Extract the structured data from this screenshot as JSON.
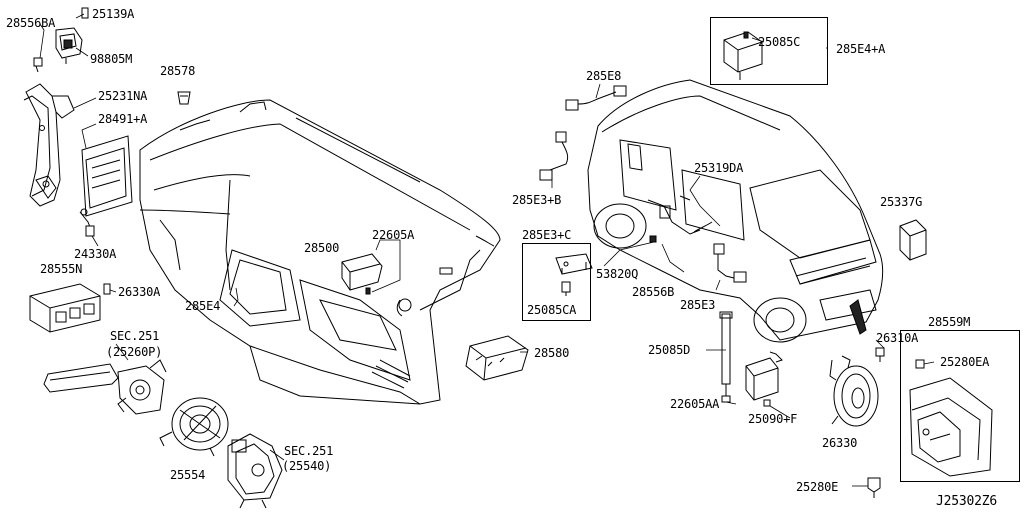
{
  "labels": {
    "p28556BA": "28556BA",
    "p25139A": "25139A",
    "p98805M": "98805M",
    "p28578": "28578",
    "p25231NA": "25231NA",
    "p28491A": "28491+A",
    "p24330A": "24330A",
    "p28555N": "28555N",
    "p26330A": "26330A",
    "sec251a": "SEC.251",
    "sec251a_sub": "(25260P)",
    "p28500": "28500",
    "p22605A": "22605A",
    "p285E4": "285E4",
    "p25554": "25554",
    "sec251b": "SEC.251",
    "sec251b_sub": "(25540)",
    "p28580": "28580",
    "p285E8": "285E8",
    "p285E3B": "285E3+B",
    "p285E3C": "285E3+C",
    "p25085CA": "25085CA",
    "p53820Q": "53820Q",
    "p25319DA": "25319DA",
    "p28556B": "28556B",
    "p285E3": "285E3",
    "p25085C": "25085C",
    "p285E4A": "285E4+A",
    "p25337G": "25337G",
    "p25085D": "25085D",
    "p22605AA": "22605AA",
    "p25090F": "25090+F",
    "p26310A": "26310A",
    "p25280EA": "25280EA",
    "p26330": "26330",
    "p28559M": "28559M",
    "p25280E": "25280E",
    "diagram_id": "J25302Z6"
  }
}
